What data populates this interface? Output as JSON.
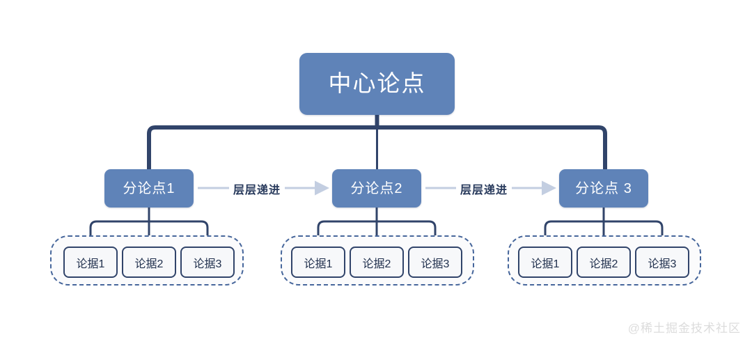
{
  "diagram": {
    "root": {
      "label": "中心论点"
    },
    "branches": [
      {
        "label": "分论点1",
        "leaves": [
          {
            "label": "论据1"
          },
          {
            "label": "论据2"
          },
          {
            "label": "论据3"
          }
        ]
      },
      {
        "label": "分论点2",
        "leaves": [
          {
            "label": "论据1"
          },
          {
            "label": "论据2"
          },
          {
            "label": "论据3"
          }
        ]
      },
      {
        "label": "分论点 3",
        "leaves": [
          {
            "label": "论据1"
          },
          {
            "label": "论据2"
          },
          {
            "label": "论据3"
          }
        ]
      }
    ],
    "connector_labels": [
      {
        "label": "层层递进"
      },
      {
        "label": "层层递进"
      }
    ]
  },
  "watermark": {
    "text": "@稀土掘金技术社区"
  },
  "colors": {
    "node_fill": "#5f83b8",
    "node_text": "#ffffff",
    "tree_line": "#31446a",
    "leaf_fill": "#f7f8fa",
    "leaf_border": "#31446a",
    "leaf_text": "#20304d",
    "group_dash": "#46669b",
    "arrow_line": "#c3cee1",
    "label_text": "#283a5c",
    "background": "#ffffff",
    "watermark_text": "#dcdcdc"
  }
}
